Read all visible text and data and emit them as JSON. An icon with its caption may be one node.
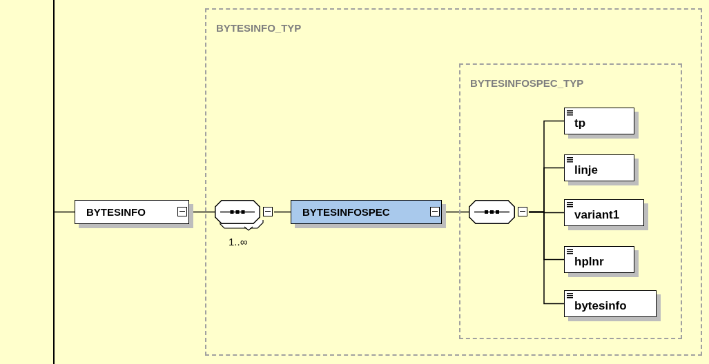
{
  "diagram": {
    "nodes": [
      {
        "text": [
          "BYTESINFO_TYP"
        ]
      },
      {
        "text": [
          "BYTESINFOSPEC_TYP"
        ],
        "in": 0
      },
      {
        "text": [
          "BYTESINFO"
        ]
      },
      {
        "text": [],
        "shape": "octagon",
        "in": 0,
        "beside": [
          "1..∞"
        ]
      },
      {
        "text": [
          "BYTESINFOSPEC"
        ],
        "in": 0
      },
      {
        "text": [],
        "shape": "octagon",
        "in": 1
      },
      {
        "text": [
          "tp"
        ],
        "in": 1
      },
      {
        "text": [
          "linje"
        ],
        "in": 1
      },
      {
        "text": [
          "variant1"
        ],
        "in": 1
      },
      {
        "text": [
          "hplnr"
        ],
        "in": 1
      },
      {
        "text": [
          "bytesinfo"
        ],
        "in": 1
      }
    ],
    "edges": [
      {
        "from": null,
        "to": 2,
        "arrow": "none"
      },
      {
        "from": 2,
        "to": 3,
        "arrow": "none"
      },
      {
        "from": 3,
        "to": 4,
        "arrow": "none"
      },
      {
        "from": 4,
        "to": 5,
        "arrow": "none"
      },
      {
        "from": 5,
        "to": 6,
        "arrow": "none"
      },
      {
        "from": 5,
        "to": 7,
        "arrow": "none"
      },
      {
        "from": 5,
        "to": 8,
        "arrow": "none"
      },
      {
        "from": 5,
        "to": 9,
        "arrow": "none"
      },
      {
        "from": 5,
        "to": 10,
        "arrow": "none"
      }
    ]
  }
}
